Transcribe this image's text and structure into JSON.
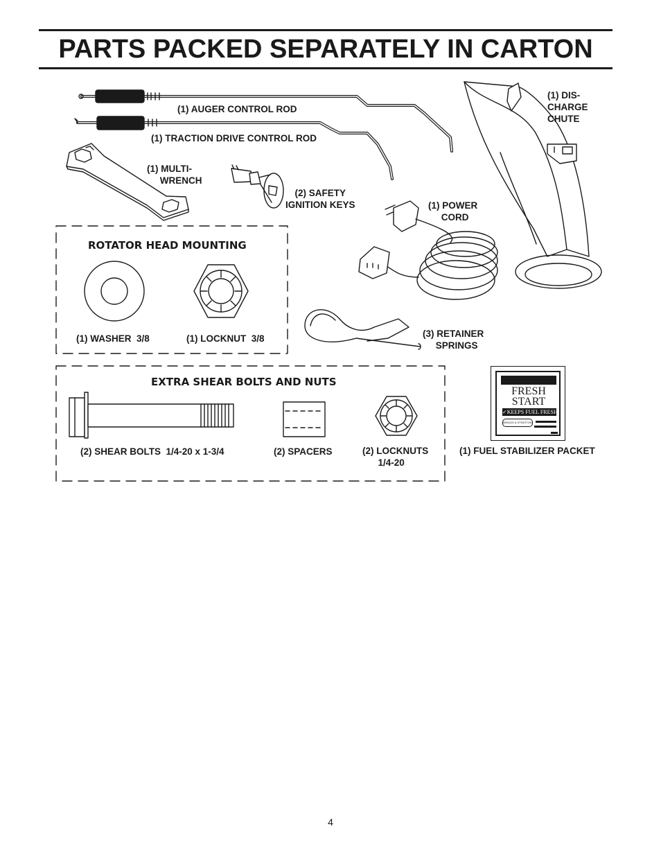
{
  "title": "PARTS PACKED SEPARATELY IN CARTON",
  "parts": {
    "auger_control_rod": "(1) AUGER CONTROL ROD",
    "traction_drive_control_rod": "(1) TRACTION DRIVE CONTROL ROD",
    "multi_wrench": "(1) MULTI-\n     WRENCH",
    "safety_ignition_keys": "(2) SAFETY\nIGNITION KEYS",
    "power_cord": "(1) POWER\n     CORD",
    "discharge_chute": "(1) DIS-\nCHARGE\nCHUTE",
    "retainer_springs": "(3) RETAINER\n     SPRINGS",
    "fuel_stabilizer_packet": "(1) FUEL STABILIZER PACKET"
  },
  "rotator_head_mounting": {
    "heading": "ROTATOR HEAD MOUNTING",
    "washer": "(1) WASHER  3/8",
    "locknut": "(1) LOCKNUT  3/8"
  },
  "extra_shear_bolts": {
    "heading": "EXTRA SHEAR BOLTS AND NUTS",
    "shear_bolts": "(2) SHEAR BOLTS  1/4-20 x 1-3/4",
    "spacers": "(2) SPACERS",
    "locknuts": "(2) LOCKNUTS\n      1/4-20"
  },
  "packet": {
    "brand_line1": "FRESH",
    "brand_line2": "START",
    "tagline": "✓KEEPS FUEL FRESH",
    "logo_text": "BRIGGS & STRATTON"
  },
  "page_number": "4"
}
